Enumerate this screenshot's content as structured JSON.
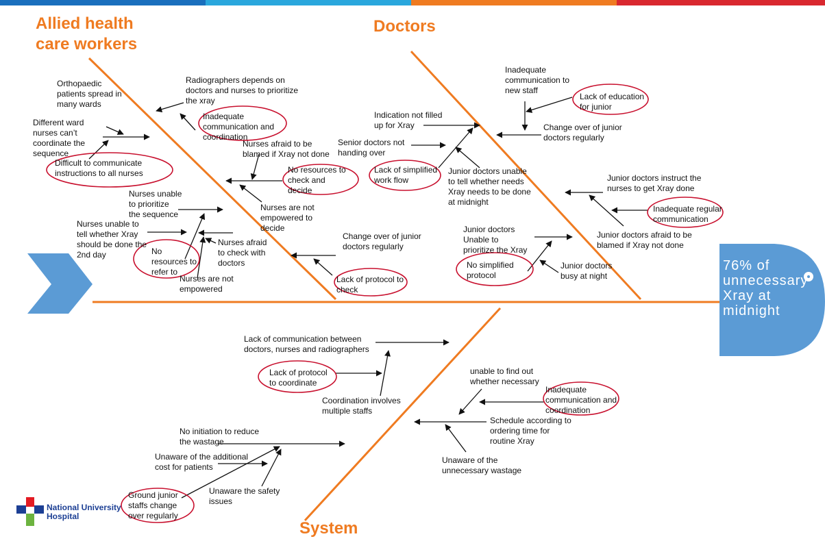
{
  "colors": {
    "bone": "#ef7b21",
    "arrow": "#111111",
    "circle": "#c8102e",
    "head": "#5b9bd5",
    "tail": "#5b9bd5",
    "bar1": "#1a6fbd",
    "bar2": "#2aa7dd",
    "bar3": "#ef7b21",
    "bar4": "#d9282f"
  },
  "categories": {
    "allied": "Allied health\ncare workers",
    "doctors": "Doctors",
    "system": "System"
  },
  "effect": "76% of\nunnecessary\nXray at\nmidnight",
  "logo": {
    "name": "National University\nHospital"
  },
  "causes": {
    "orthopaedic": "Orthopaedic\npatients spread in\nmany wards",
    "different_ward": "Different ward\nnurses can’t\ncoordinate the\nsequence",
    "difficult_communicate": "Difficult to communicate\ninstructions to all nurses",
    "radiographers": "Radiographers depends on\ndoctors and nurses to prioritize\nthe xray",
    "inadequate_comm_1": "Inadequate\ncommunication and\ncoordination",
    "nurses_afraid_blamed": "Nurses afraid to be\nblamed if Xray not done",
    "no_resources_check": "No resources to\ncheck and\ndecide",
    "nurses_not_empowered_decide": "Nurses are not\nempowered to\ndecide",
    "nurses_unable_prioritize": "Nurses unable\nto prioritize\nthe sequence",
    "nurses_unable_tell": "Nurses unable to\ntell whether Xray\nshould be done the\n2nd day",
    "no_resources_refer": "No\nresources to\nrefer to",
    "nurses_afraid_check": "Nurses afraid\nto check with\ndoctors",
    "nurses_not_empowered": "Nurses are not\nempowered",
    "change_over_1": "Change over of junior\ndoctors regularly",
    "lack_protocol_check": "Lack of protocol to\ncheck",
    "inadequate_comm_new": "Inadequate\ncommunication to\nnew staff",
    "lack_education": "Lack of education\nfor junior",
    "indication_not_filled": "Indication not filled\nup for Xray",
    "change_over_2": "Change over of junior\ndoctors regularly",
    "senior_not_handing": "Senior doctors not\nhanding over",
    "lack_simplified_workflow": "Lack of simplified\nwork flow",
    "junior_unable_tell": "Junior doctors unable\nto tell whether needs\nXray needs to be done\nat midnight",
    "junior_instruct": "Junior doctors instruct the\nnurses to get Xray done",
    "inadequate_regular_comm": "Inadequate regular\ncommunication",
    "junior_afraid_blamed": "Junior doctors afraid to be\nblamed if Xray not done",
    "junior_unable_prioritize": "Junior doctors\nUnable to\nprioritize the Xray",
    "no_simplified_protocol": "No simplified\nprotocol",
    "junior_busy": "Junior doctors\nbusy at night",
    "lack_comm_between": "Lack of communication between\ndoctors, nurses and radiographers",
    "lack_protocol_coordinate": "Lack of protocol\nto coordinate",
    "coordination_multiple": "Coordination involves\nmultiple staffs",
    "unable_find_out": "unable to find out\nwhether necessary",
    "inadequate_comm_2": "Inadequate\ncommunication and\ncoordination",
    "schedule_ordering": "Schedule according to\nordering time for\nroutine Xray",
    "unaware_wastage": "Unaware of the\nunnecessary wastage",
    "no_initiation": "No initiation to reduce\nthe wastage",
    "unaware_cost": "Unaware of the additional\ncost for patients",
    "unaware_safety": "Unaware the safety\nissues",
    "ground_junior": "Ground junior\nstaffs change\nover regularly"
  }
}
